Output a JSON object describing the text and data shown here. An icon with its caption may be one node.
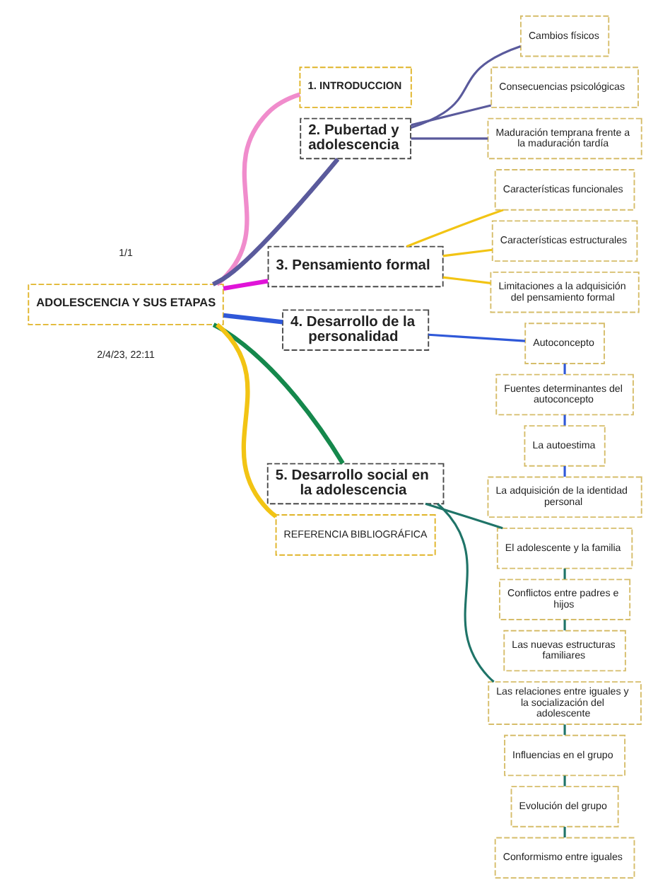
{
  "diagram": {
    "nodes": [
      {
        "text": [
          "ADOLESCENCIA Y SUS ETAPAS"
        ]
      },
      {
        "text": [
          "1. INTRODUCCION"
        ]
      },
      {
        "text": [
          "2. Pubertad y adolescencia"
        ]
      },
      {
        "text": [
          "Cambios físicos"
        ]
      },
      {
        "text": [
          "Consecuencias psicológicas"
        ]
      },
      {
        "text": [
          "Maduración temprana frente a la maduración tardía"
        ]
      },
      {
        "text": [
          "3. Pensamiento formal"
        ]
      },
      {
        "text": [
          "Características funcionales"
        ]
      },
      {
        "text": [
          "Características estructurales"
        ]
      },
      {
        "text": [
          "Limitaciones a la adquisición del pensamiento formal"
        ]
      },
      {
        "text": [
          "4. Desarrollo de la personalidad"
        ]
      },
      {
        "text": [
          "Autoconcepto"
        ]
      },
      {
        "text": [
          "Fuentes determinantes del autoconcepto"
        ]
      },
      {
        "text": [
          "La autoestima"
        ]
      },
      {
        "text": [
          "La adquisición de la identidad personal"
        ]
      },
      {
        "text": [
          "5. Desarrollo social en la adolescencia"
        ]
      },
      {
        "text": [
          "El adolescente y la familia"
        ]
      },
      {
        "text": [
          "Conflictos entre padres e hijos"
        ]
      },
      {
        "text": [
          "Las nuevas estructuras familiares"
        ]
      },
      {
        "text": [
          "Las relaciones entre iguales y la socialización del adolescente"
        ]
      },
      {
        "text": [
          "Influencias en el grupo"
        ]
      },
      {
        "text": [
          "Evolución del grupo"
        ]
      },
      {
        "text": [
          "Conformismo entre iguales"
        ]
      },
      {
        "text": [
          "REFERENCIA BIBLIOGRÁFICA"
        ]
      }
    ],
    "edges": [
      {
        "from": 0,
        "to": 1,
        "arrow": "none",
        "style": "thick",
        "color": "#f08ccc"
      },
      {
        "from": 0,
        "to": 2,
        "arrow": "none",
        "style": "thick",
        "color": "#5a5a9c"
      },
      {
        "from": 2,
        "to": 3,
        "arrow": "none",
        "color": "#5a5a9c"
      },
      {
        "from": 2,
        "to": 4,
        "arrow": "none",
        "color": "#5a5a9c"
      },
      {
        "from": 2,
        "to": 5,
        "arrow": "none",
        "color": "#5a5a9c"
      },
      {
        "from": 0,
        "to": 6,
        "arrow": "none",
        "style": "thick",
        "color": "#e014d8"
      },
      {
        "from": 6,
        "to": 7,
        "arrow": "none",
        "color": "#f2c414"
      },
      {
        "from": 6,
        "to": 8,
        "arrow": "none",
        "color": "#f2c414"
      },
      {
        "from": 6,
        "to": 9,
        "arrow": "none",
        "color": "#f2c414"
      },
      {
        "from": 0,
        "to": 10,
        "arrow": "none",
        "style": "thick",
        "color": "#2f58d8"
      },
      {
        "from": 10,
        "to": 11,
        "arrow": "none",
        "color": "#2f58d8"
      },
      {
        "from": 11,
        "to": 12,
        "arrow": "none",
        "color": "#2f58d8"
      },
      {
        "from": 12,
        "to": 13,
        "arrow": "none",
        "color": "#2f58d8"
      },
      {
        "from": 13,
        "to": 14,
        "arrow": "none",
        "color": "#2f58d8"
      },
      {
        "from": 0,
        "to": 15,
        "arrow": "none",
        "style": "thick",
        "color": "#15884c"
      },
      {
        "from": 15,
        "to": 16,
        "arrow": "none"
      },
      {
        "from": 16,
        "to": 17,
        "arrow": "none"
      },
      {
        "from": 17,
        "to": 18,
        "arrow": "none"
      },
      {
        "from": 15,
        "to": 19,
        "arrow": "none"
      },
      {
        "from": 19,
        "to": 20,
        "arrow": "none"
      },
      {
        "from": 20,
        "to": 21,
        "arrow": "none"
      },
      {
        "from": 21,
        "to": 22,
        "arrow": "none"
      },
      {
        "from": 0,
        "to": 23,
        "arrow": "none",
        "style": "thick",
        "color": "#f2c414"
      }
    ],
    "labels": [
      "2/4/23, 22:11",
      "1/1"
    ]
  }
}
